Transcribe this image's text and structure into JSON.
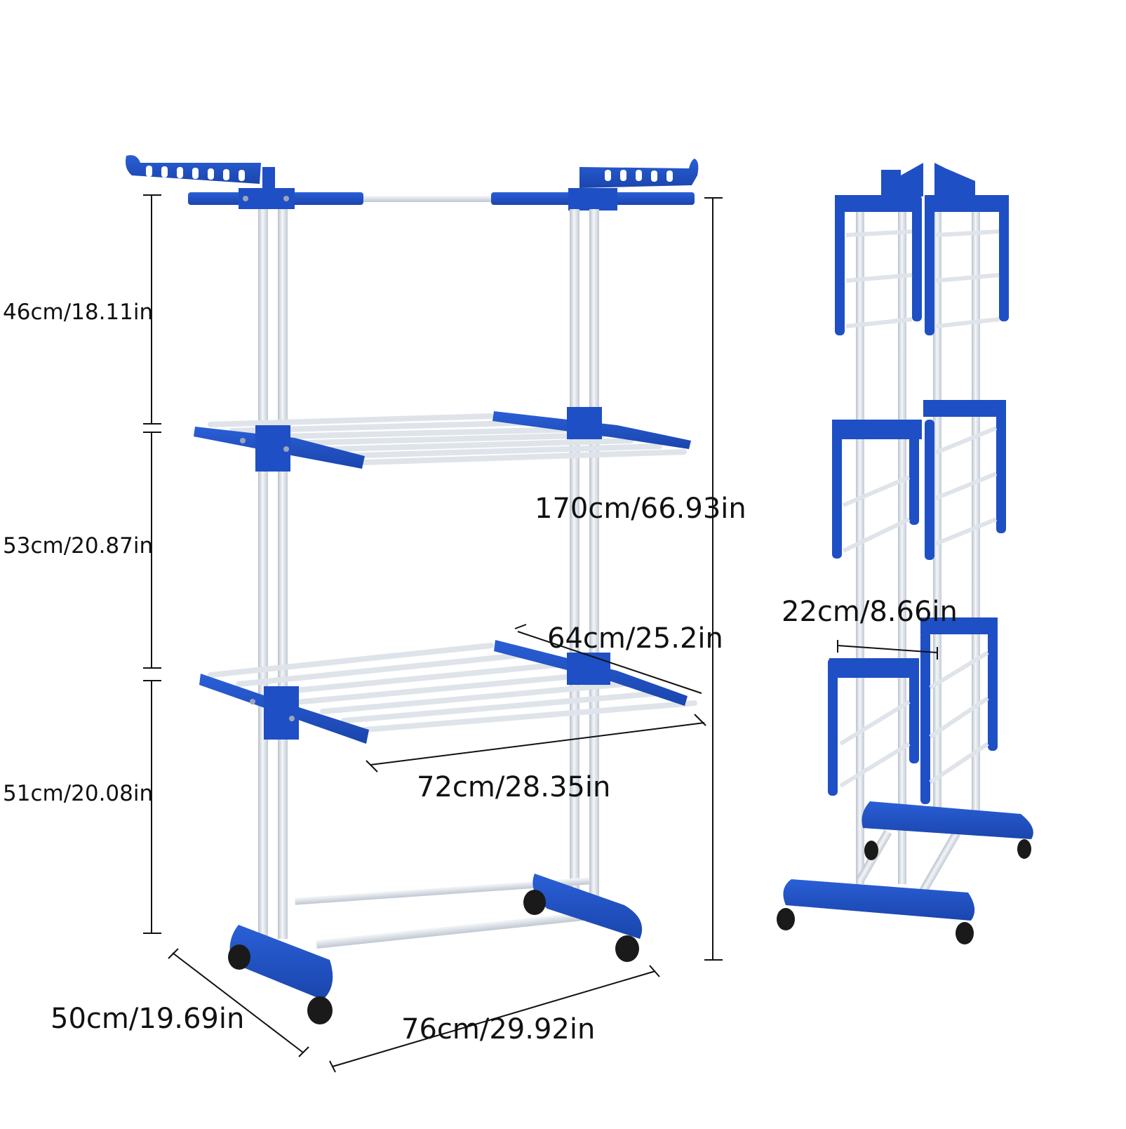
{
  "product": {
    "type": "three-tier foldable clothes drying rack",
    "colors": {
      "plastic": "#1f4fc4",
      "plastic_shade": "#173c9a",
      "tube": "#e9edf2",
      "tube_shade": "#b9c1cc",
      "wheel": "#1a1a1a",
      "dimension_line": "#111111",
      "text": "#111111",
      "background": "#ffffff"
    }
  },
  "views": [
    {
      "name": "expanded-view",
      "position": "left",
      "description": "Rack fully unfolded with wings open"
    },
    {
      "name": "folded-view",
      "position": "right",
      "description": "Rack folded flat for storage"
    }
  ],
  "dimensions": {
    "top_tier_height": "46cm/18.11in",
    "middle_tier_height": "53cm/20.87in",
    "bottom_tier_height": "51cm/20.08in",
    "total_height": "170cm/66.93in",
    "shelf_depth": "64cm/25.2in",
    "shelf_width": "72cm/28.35in",
    "base_depth": "50cm/19.69in",
    "base_width": "76cm/29.92in",
    "folded_depth": "22cm/8.66in"
  }
}
